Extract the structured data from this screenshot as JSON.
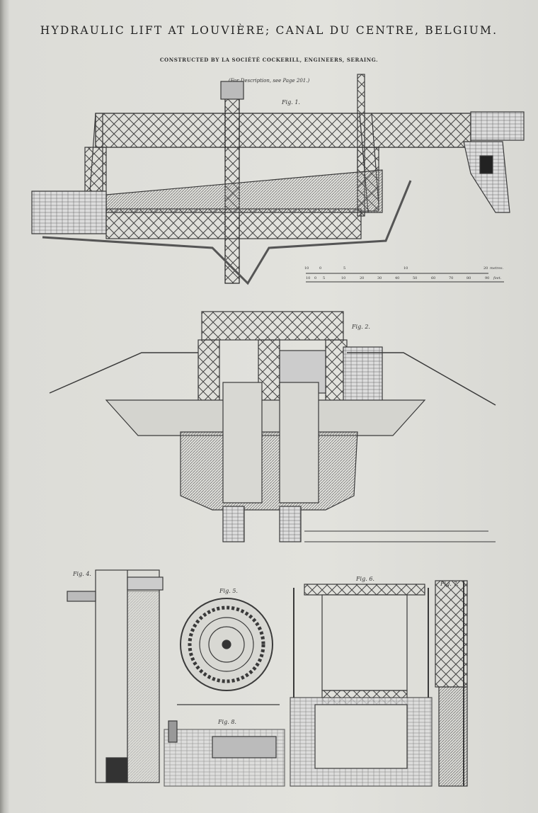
{
  "header": {
    "title": "HYDRAULIC LIFT AT LOUVIÈRE; CANAL DU CENTRE, BELGIUM.",
    "subtitle": "CONSTRUCTED BY LA SOCIÉTÉ COCKERILL, ENGINEERS, SERAING.",
    "note": "(For Description, see Page 201.)"
  },
  "figures": {
    "fig1": "Fig. 1.",
    "fig2": "Fig. 2.",
    "fig4": "Fig. 4.",
    "fig5": "Fig. 5.",
    "fig6": "Fig. 6.",
    "fig7": "Fig. 7.",
    "fig8": "Fig. 8."
  },
  "scales": {
    "metres_ticks": [
      "10",
      "0",
      "5",
      "10",
      "20"
    ],
    "metres_unit": "metres.",
    "feet_ticks": [
      "10",
      "0",
      "5",
      "10",
      "20",
      "30",
      "40",
      "50",
      "60",
      "70",
      "80",
      "90"
    ],
    "feet_unit": "feet."
  },
  "colors": {
    "ink": "#333333",
    "paper": "#e0e0db"
  }
}
